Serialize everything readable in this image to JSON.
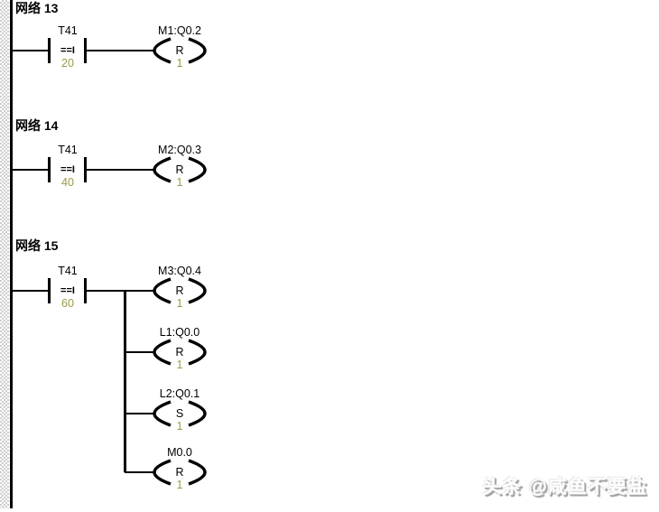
{
  "app": {
    "type": "plc-ladder-editor"
  },
  "colors": {
    "wire": "#000000",
    "label_text": "#000000",
    "operand_value": "#9a9a48",
    "background": "#ffffff"
  },
  "networks": [
    {
      "title": "网络 13",
      "contact": {
        "label": "T41",
        "symbol": "==I",
        "value": "20"
      },
      "coils": [
        {
          "label": "M1:Q0.2",
          "function": "R",
          "value": "1"
        }
      ]
    },
    {
      "title": "网络 14",
      "contact": {
        "label": "T41",
        "symbol": "==I",
        "value": "40"
      },
      "coils": [
        {
          "label": "M2:Q0.3",
          "function": "R",
          "value": "1"
        }
      ]
    },
    {
      "title": "网络 15",
      "contact": {
        "label": "T41",
        "symbol": "==I",
        "value": "60"
      },
      "coils": [
        {
          "label": "M3:Q0.4",
          "function": "R",
          "value": "1"
        },
        {
          "label": "L1:Q0.0",
          "function": "R",
          "value": "1"
        },
        {
          "label": "L2:Q0.1",
          "function": "S",
          "value": "1"
        },
        {
          "label": "M0.0",
          "function": "R",
          "value": "1"
        }
      ]
    }
  ],
  "watermark": {
    "text": "头条 @咸鱼不要盐"
  }
}
